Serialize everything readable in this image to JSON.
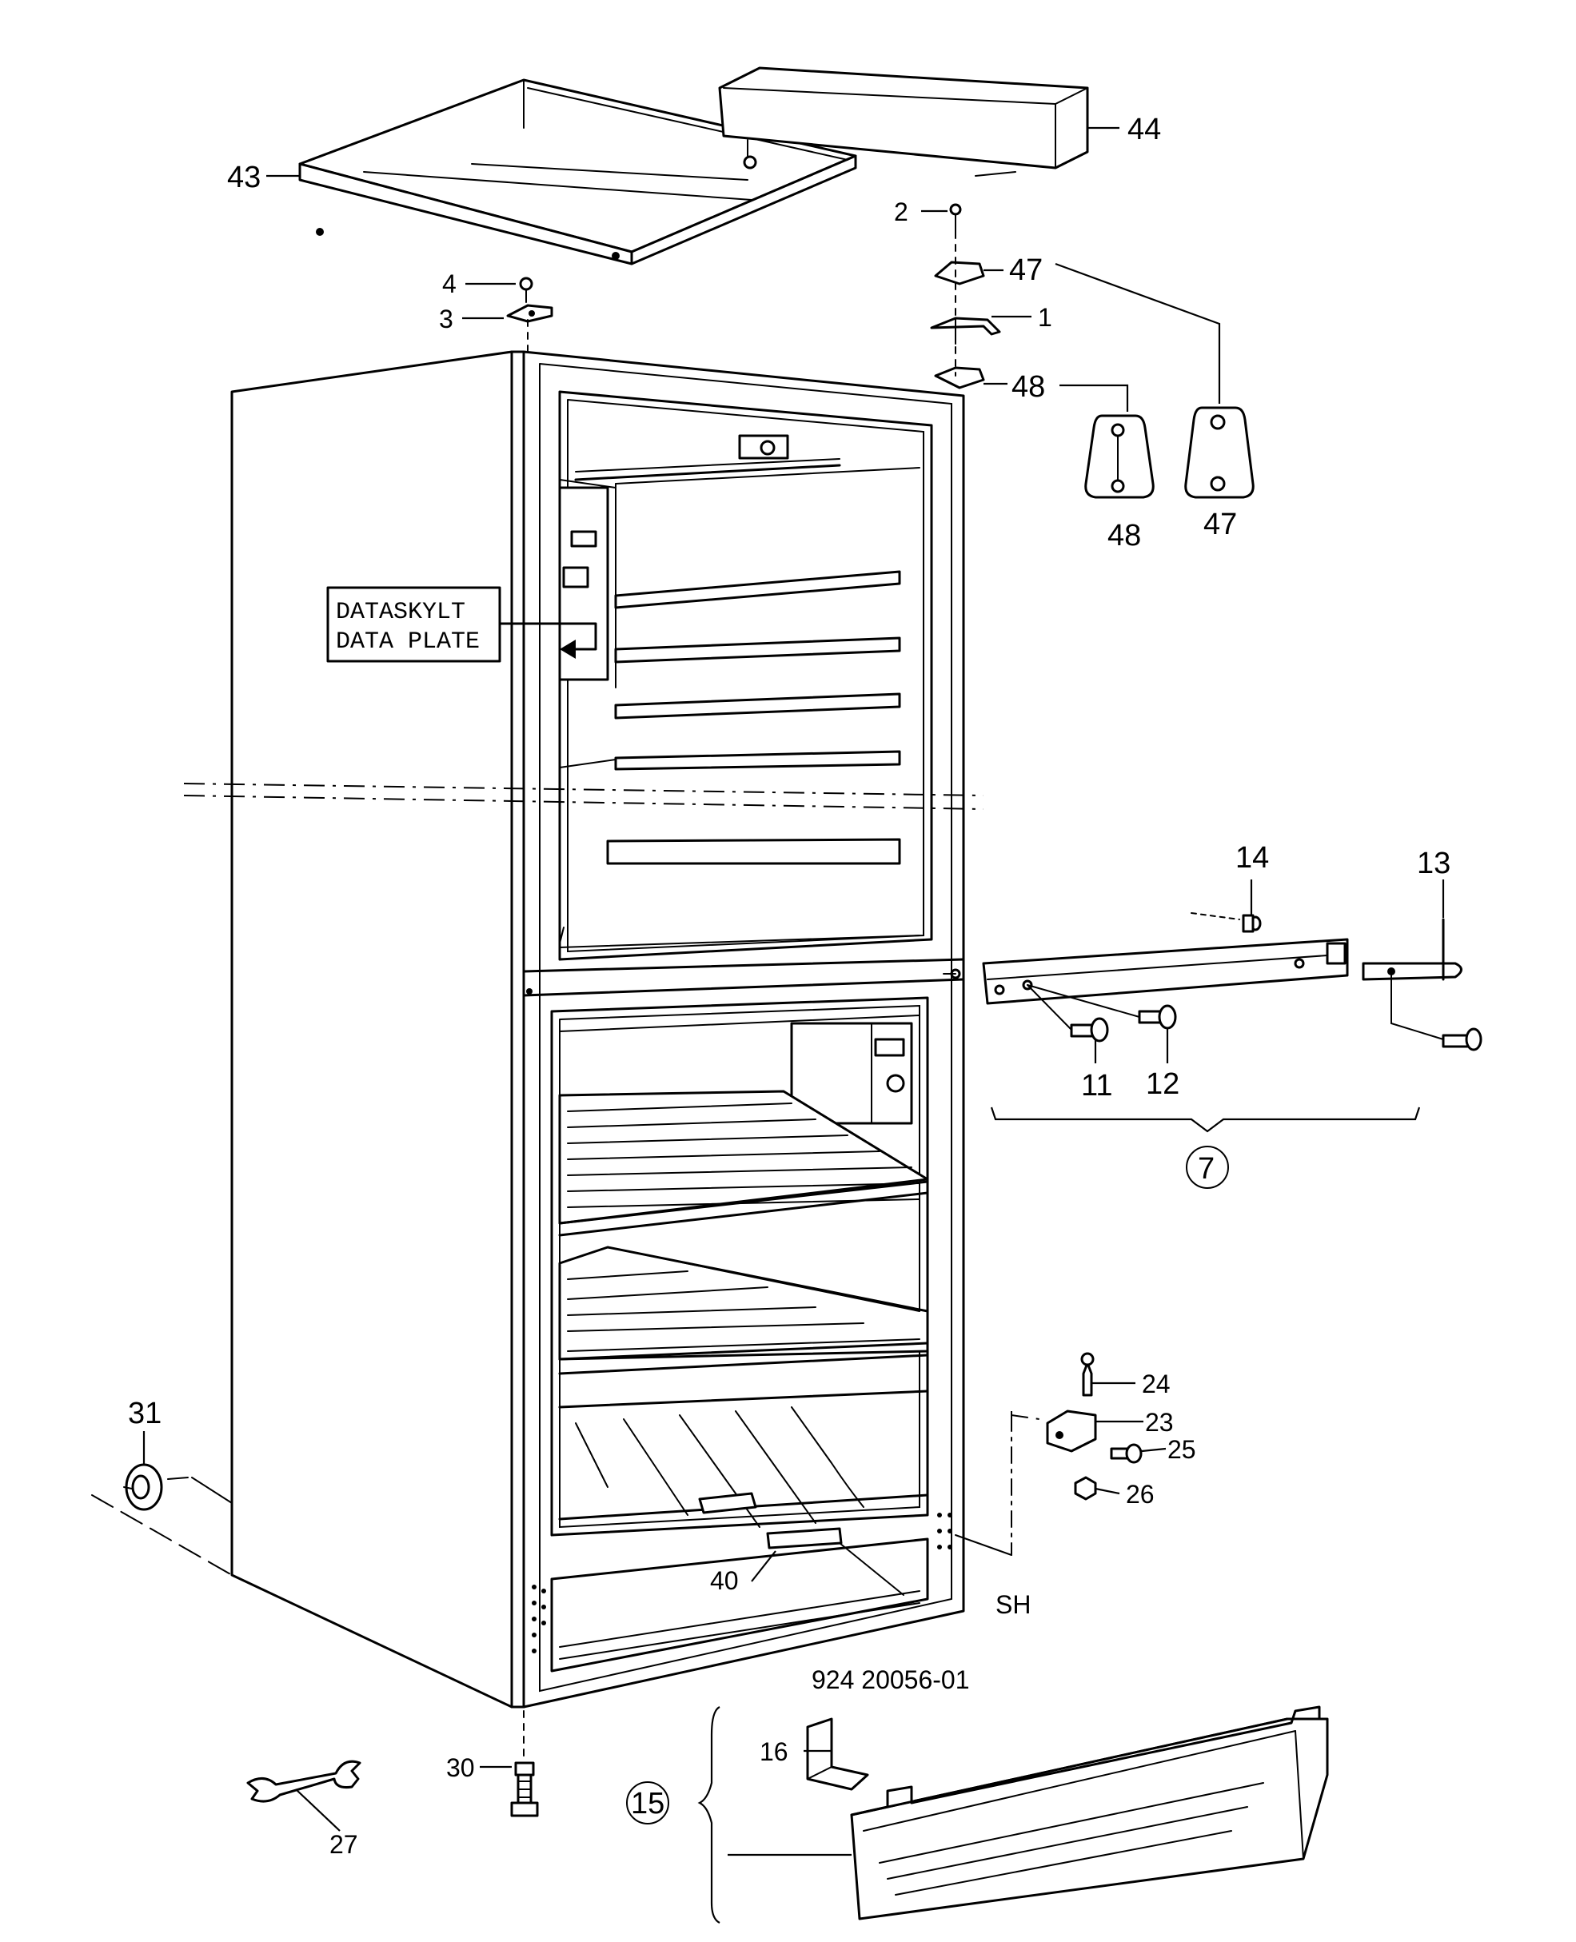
{
  "diagram": {
    "drawing_number": "924 20056-01",
    "data_plate_label": [
      "DATASKYLT",
      "DATA PLATE"
    ],
    "corner_code": "SH",
    "group_labels": [
      "7",
      "15"
    ],
    "parts": [
      "1",
      "2",
      "3",
      "4",
      "11",
      "12",
      "13",
      "14",
      "16",
      "23",
      "24",
      "25",
      "26",
      "27",
      "30",
      "31",
      "40",
      "43",
      "44",
      "47",
      "48"
    ],
    "detail_labels": [
      "48",
      "47"
    ]
  }
}
